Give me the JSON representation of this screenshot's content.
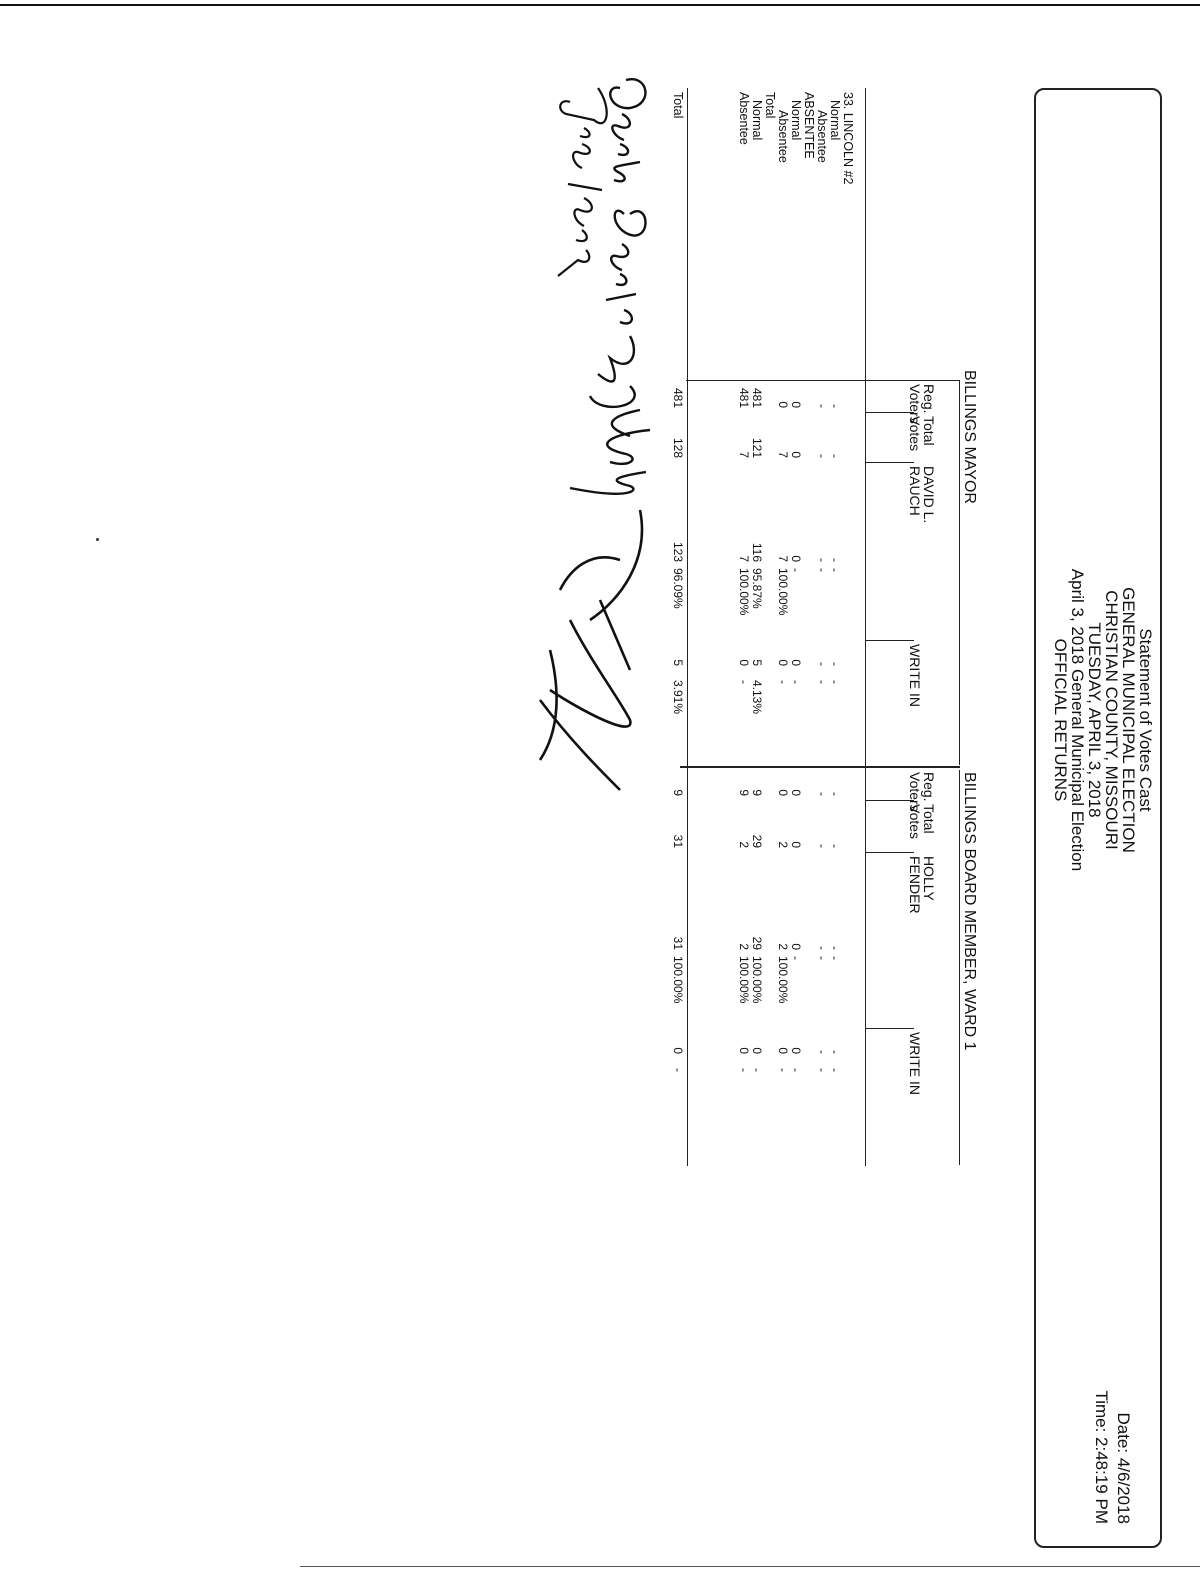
{
  "header": {
    "lines": [
      "Statement of Votes Cast",
      "GENERAL MUNICIPAL ELECTION",
      "CHRISTIAN COUNTY, MISSOURI",
      "TUESDAY, APRIL 3, 2018",
      "April 3, 2018 General Municipal Election",
      "OFFICIAL RETURNS"
    ],
    "date": "Date: 4/6/2018",
    "time": "Time: 2:48:19 PM"
  },
  "precinct": "33. LINCOLN #2",
  "row_labels": [
    "Normal",
    "Absentee",
    "ABSENTEE",
    "Normal",
    "Absentee",
    "Total",
    "Normal",
    "Absentee",
    "Total"
  ],
  "mayor": {
    "title": "BILLINGS MAYOR",
    "col_reg": [
      "Reg.",
      "Voters"
    ],
    "col_total": [
      "Total",
      "Votes"
    ],
    "col_cand": [
      "DAVID L.",
      "RAUCH"
    ],
    "col_write": "WRITE IN",
    "reg": [
      "-",
      "-",
      "",
      "0",
      "0",
      "",
      "481",
      "481",
      "481"
    ],
    "total": [
      "-",
      "-",
      "",
      "0",
      "7",
      "",
      "121",
      "7",
      "128"
    ],
    "cand": [
      "-",
      "-",
      "",
      "0",
      "7",
      "",
      "116",
      "7",
      "123"
    ],
    "cand_pct": [
      "-",
      "-",
      "",
      "-",
      "100.00%",
      "",
      "95.87%",
      "100.00%",
      "96.09%"
    ],
    "write": [
      "-",
      "-",
      "",
      "0",
      "0",
      "",
      "5",
      "0",
      "5"
    ],
    "write_pct": [
      "-",
      "-",
      "",
      "-",
      "-",
      "",
      "4.13%",
      "-",
      "3.91%"
    ]
  },
  "board": {
    "title": "BILLINGS BOARD MEMBER, WARD 1",
    "col_reg": [
      "Reg.",
      "Voters"
    ],
    "col_total": [
      "Total",
      "Votes"
    ],
    "col_cand": [
      "HOLLY",
      "FENDER"
    ],
    "col_write": "WRITE IN",
    "reg": [
      "-",
      "-",
      "",
      "0",
      "0",
      "",
      "9",
      "9",
      "9"
    ],
    "total": [
      "-",
      "-",
      "",
      "0",
      "2",
      "",
      "29",
      "2",
      "31"
    ],
    "cand": [
      "-",
      "-",
      "",
      "0",
      "2",
      "",
      "29",
      "2",
      "31"
    ],
    "cand_pct": [
      "-",
      "-",
      "",
      "-",
      "100.00%",
      "",
      "100.00%",
      "100.00%",
      "100.00%"
    ],
    "write": [
      "-",
      "-",
      "",
      "0",
      "0",
      "",
      "0",
      "0",
      "0"
    ],
    "write_pct": [
      "-",
      "-",
      "",
      "-",
      "-",
      "",
      "-",
      "-",
      "-"
    ]
  }
}
